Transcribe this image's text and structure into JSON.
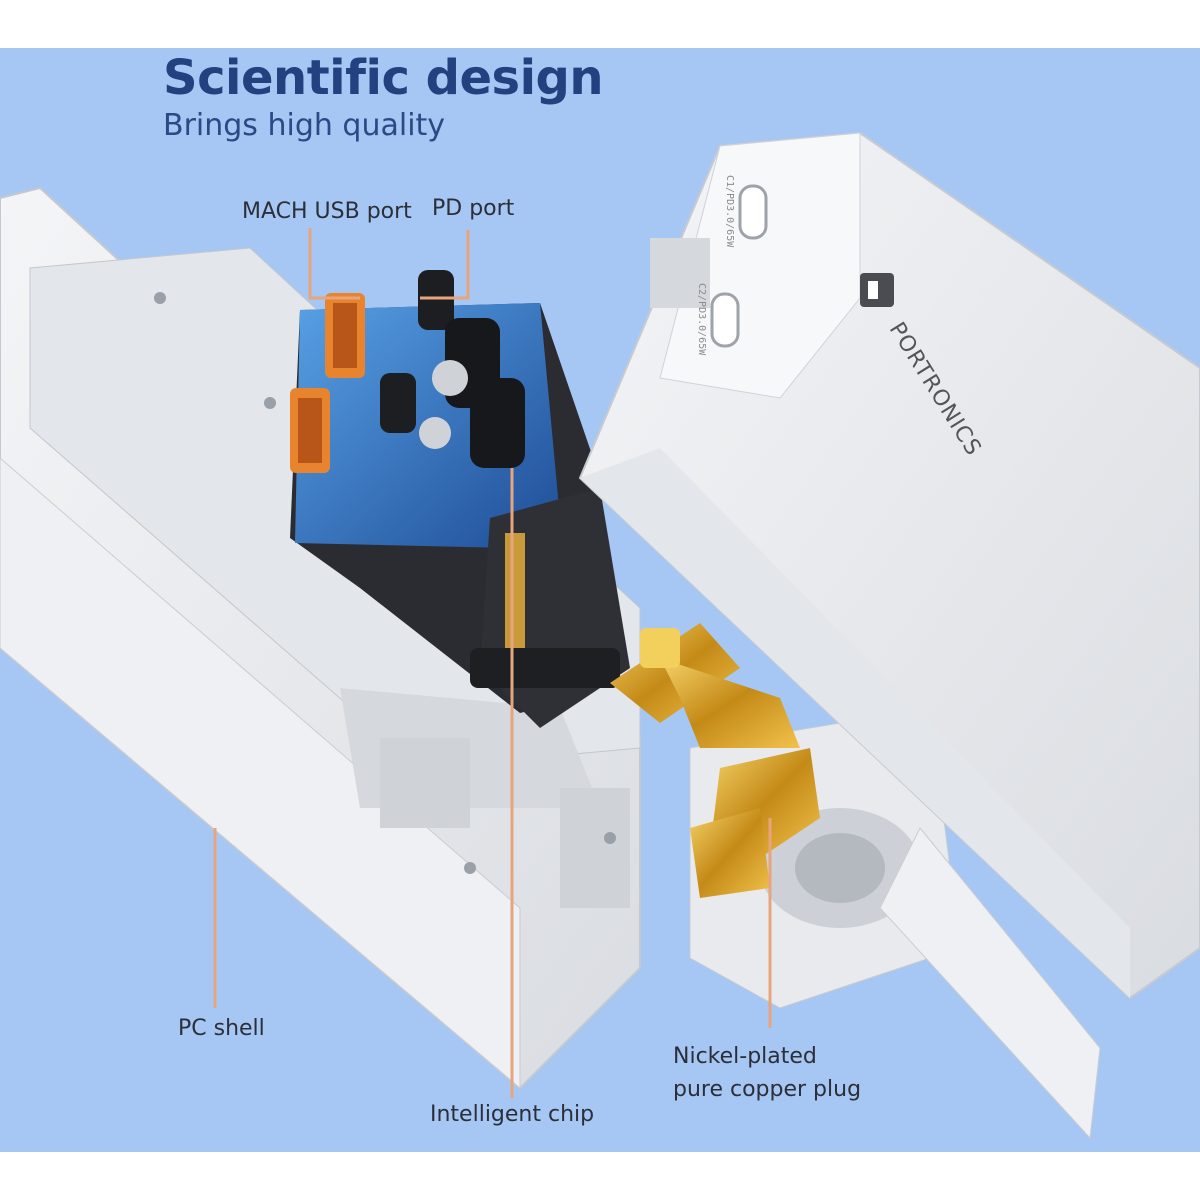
{
  "header": {
    "title": "Scientific design",
    "subtitle": "Brings high quality"
  },
  "callouts": {
    "mach_usb": "MACH USB port",
    "pd_port": "PD port",
    "pc_shell": "PC shell",
    "chip": "Intelligent chip",
    "plug_line1": "Nickel-plated",
    "plug_line2": "pure copper plug"
  },
  "product": {
    "brand": "PORTRONICS",
    "port_c1": "C1/PD3.0/65W",
    "port_c2": "C2/PD3.0/65W"
  },
  "colors": {
    "background": "#a6c7f3",
    "title": "#23407f",
    "leader_line": "#e7a57e",
    "pcb": "#3a7fd0",
    "usb_port": "#e9842e",
    "plug_gold": "#d7a327"
  }
}
